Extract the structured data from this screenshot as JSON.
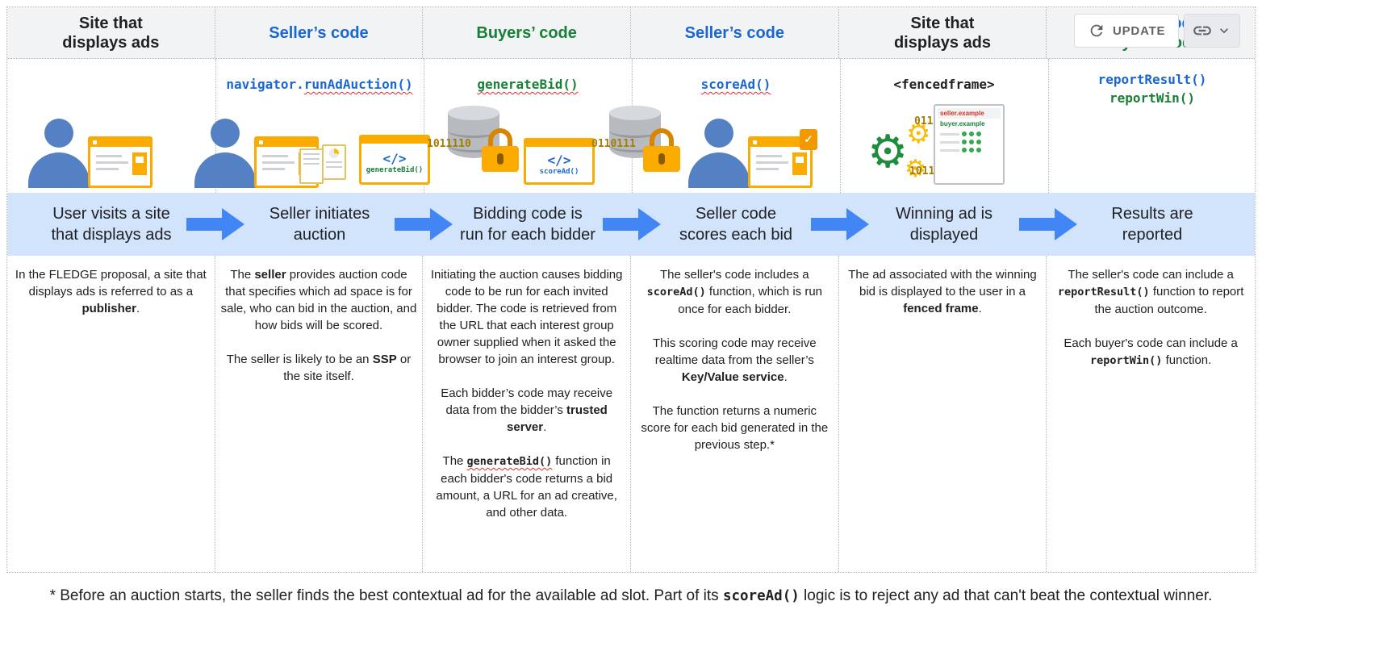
{
  "colors": {
    "code_blue": "#1967d2",
    "code_green": "#188038",
    "header_bg": "#f1f3f4",
    "banner_bg": "#d2e3fc",
    "arrow_blue": "#4285f4",
    "accent_yellow": "#fbab00",
    "person_blue": "#5480c4",
    "squiggle_red": "#d93025"
  },
  "overlay": {
    "update_label": "UPDATE"
  },
  "columns": [
    {
      "header": "Site that\ndisplays ads",
      "banner": "User visits a site\nthat displays ads",
      "body": [
        {
          "t": "In the FLEDGE proposal, a site that displays ads is referred to as a "
        },
        {
          "t": "publisher",
          "s": "b"
        },
        {
          "t": "."
        }
      ]
    },
    {
      "header": "Seller’s code",
      "code_rich": [
        {
          "t": "navigator.",
          "s": "code-blue"
        },
        {
          "t": "runAdAuction()",
          "s": "code-blue sq"
        }
      ],
      "banner": "Seller initiates\nauction",
      "body": [
        {
          "t": "The "
        },
        {
          "t": "seller",
          "s": "b"
        },
        {
          "t": " provides auction code that specifies which ad space is for sale, who can bid in the auction, and how bids will be scored."
        },
        {
          "br": 2
        },
        {
          "t": "The seller is likely to be an "
        },
        {
          "t": "SSP",
          "s": "b"
        },
        {
          "t": " or the site itself."
        }
      ]
    },
    {
      "header": "Buyers’ code",
      "code_rich": [
        {
          "t": "generateBid()",
          "s": "code-green sq"
        }
      ],
      "banner": "Bidding code is\nrun for each bidder",
      "body": [
        {
          "t": "Initiating the auction causes bidding code to be run for each invited bidder.  The code is retrieved from the URL that each interest group owner supplied when it asked the browser to join an interest group."
        },
        {
          "br": 2
        },
        {
          "t": "Each bidder’s code may receive data from the bidder’s "
        },
        {
          "t": "trusted server",
          "s": "b"
        },
        {
          "t": "."
        },
        {
          "br": 2
        },
        {
          "t": "The "
        },
        {
          "t": "generateBid()",
          "s": "c sq"
        },
        {
          "t": " function in each bidder's code returns a bid amount, a URL for an ad creative, and other data."
        }
      ]
    },
    {
      "header": "Seller’s code",
      "code_rich": [
        {
          "t": "scoreAd()",
          "s": "code-blue sq"
        }
      ],
      "banner": "Seller code\nscores each bid",
      "body": [
        {
          "t": "The seller's code includes a "
        },
        {
          "t": "scoreAd()",
          "s": "c"
        },
        {
          "t": " function, which is run once for each bidder."
        },
        {
          "br": 2
        },
        {
          "t": "This scoring code may receive realtime data from the seller’s "
        },
        {
          "t": "Key/Value service",
          "s": "b"
        },
        {
          "t": "."
        },
        {
          "br": 2
        },
        {
          "t": "The function returns a numeric score for each bid generated in the previous step.*"
        }
      ]
    },
    {
      "header": "Site that\ndisplays ads",
      "code_rich": [
        {
          "t": "<fencedframe>",
          "s": "code-black"
        }
      ],
      "banner": "Winning ad is\ndisplayed",
      "body": [
        {
          "t": "The ad associated with the winning bid is displayed to the user in a "
        },
        {
          "t": "fenced frame",
          "s": "b"
        },
        {
          "t": "."
        }
      ]
    },
    {
      "header_rich": [
        {
          "t": "Seller’s code",
          "s": "hdr-blue"
        },
        {
          "br": 1
        },
        {
          "t": "Buyers’ code",
          "s": "hdr-green"
        }
      ],
      "code_rich": [
        {
          "t": "reportResult()",
          "s": "code-blue"
        },
        {
          "br": 1
        },
        {
          "t": "reportWin()",
          "s": "code-green"
        }
      ],
      "banner": "Results are\nreported",
      "body": [
        {
          "t": "The seller's code can include a "
        },
        {
          "t": "reportResult()",
          "s": "c"
        },
        {
          "t": " function to report the auction outcome."
        },
        {
          "br": 2
        },
        {
          "t": "Each buyer's code can include a "
        },
        {
          "t": "reportWin()",
          "s": "c"
        },
        {
          "t": " function."
        }
      ]
    }
  ],
  "icons": {
    "bits1": "1011110",
    "bits2": "0110111",
    "bits3": "0110111",
    "bits4": "1011011",
    "codewin_generate_bid": {
      "tag": "</>",
      "label": "generateBid()"
    },
    "codewin_score_ad": {
      "tag": "</>",
      "label": "scoreAd()"
    },
    "resultwin": {
      "seller_label": "seller.example",
      "buyer_label": "buyer.example"
    }
  },
  "footnote": [
    {
      "t": "* Before an auction starts, the seller finds the best contextual ad for the available ad slot. Part of its "
    },
    {
      "t": "scoreAd()",
      "s": "c"
    },
    {
      "t": " logic is to reject any ad that can't beat the contextual winner."
    }
  ]
}
